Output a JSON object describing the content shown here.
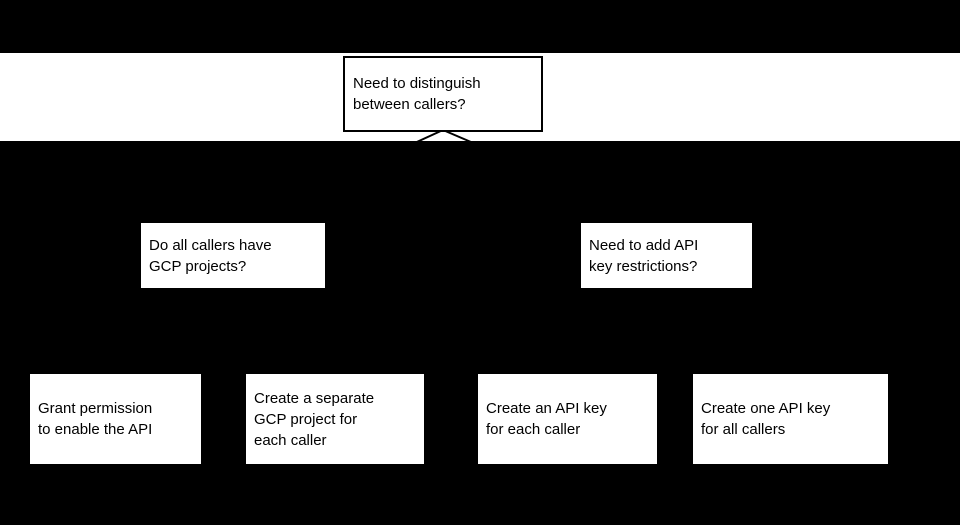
{
  "colors": {
    "background": "#000000",
    "band": "#ffffff",
    "node_fill": "#ffffff",
    "node_border": "#000000",
    "text": "#000000",
    "connector": "#000000"
  },
  "flowchart": {
    "root": {
      "label": "Need to distinguish between callers?",
      "lines": [
        "Need to distinguish",
        "between callers?"
      ]
    },
    "branches": [
      {
        "label": "Do all callers have GCP projects?",
        "lines": [
          "Do all callers have",
          "GCP projects?"
        ]
      },
      {
        "label": "Need to add API key restrictions?",
        "lines": [
          "Need to add API",
          "key restrictions?"
        ]
      }
    ],
    "outcomes": [
      {
        "label": "Grant permission to enable the API",
        "lines": [
          "Grant permission",
          "to enable the API"
        ]
      },
      {
        "label": "Create a separate GCP project for each caller",
        "lines": [
          "Create a separate",
          "GCP project for",
          "each caller"
        ]
      },
      {
        "label": "Create an API key for each caller",
        "lines": [
          "Create an API key",
          "for each caller"
        ]
      },
      {
        "label": "Create one API key for all callers",
        "lines": [
          "Create one API key",
          "for all callers"
        ]
      }
    ]
  }
}
